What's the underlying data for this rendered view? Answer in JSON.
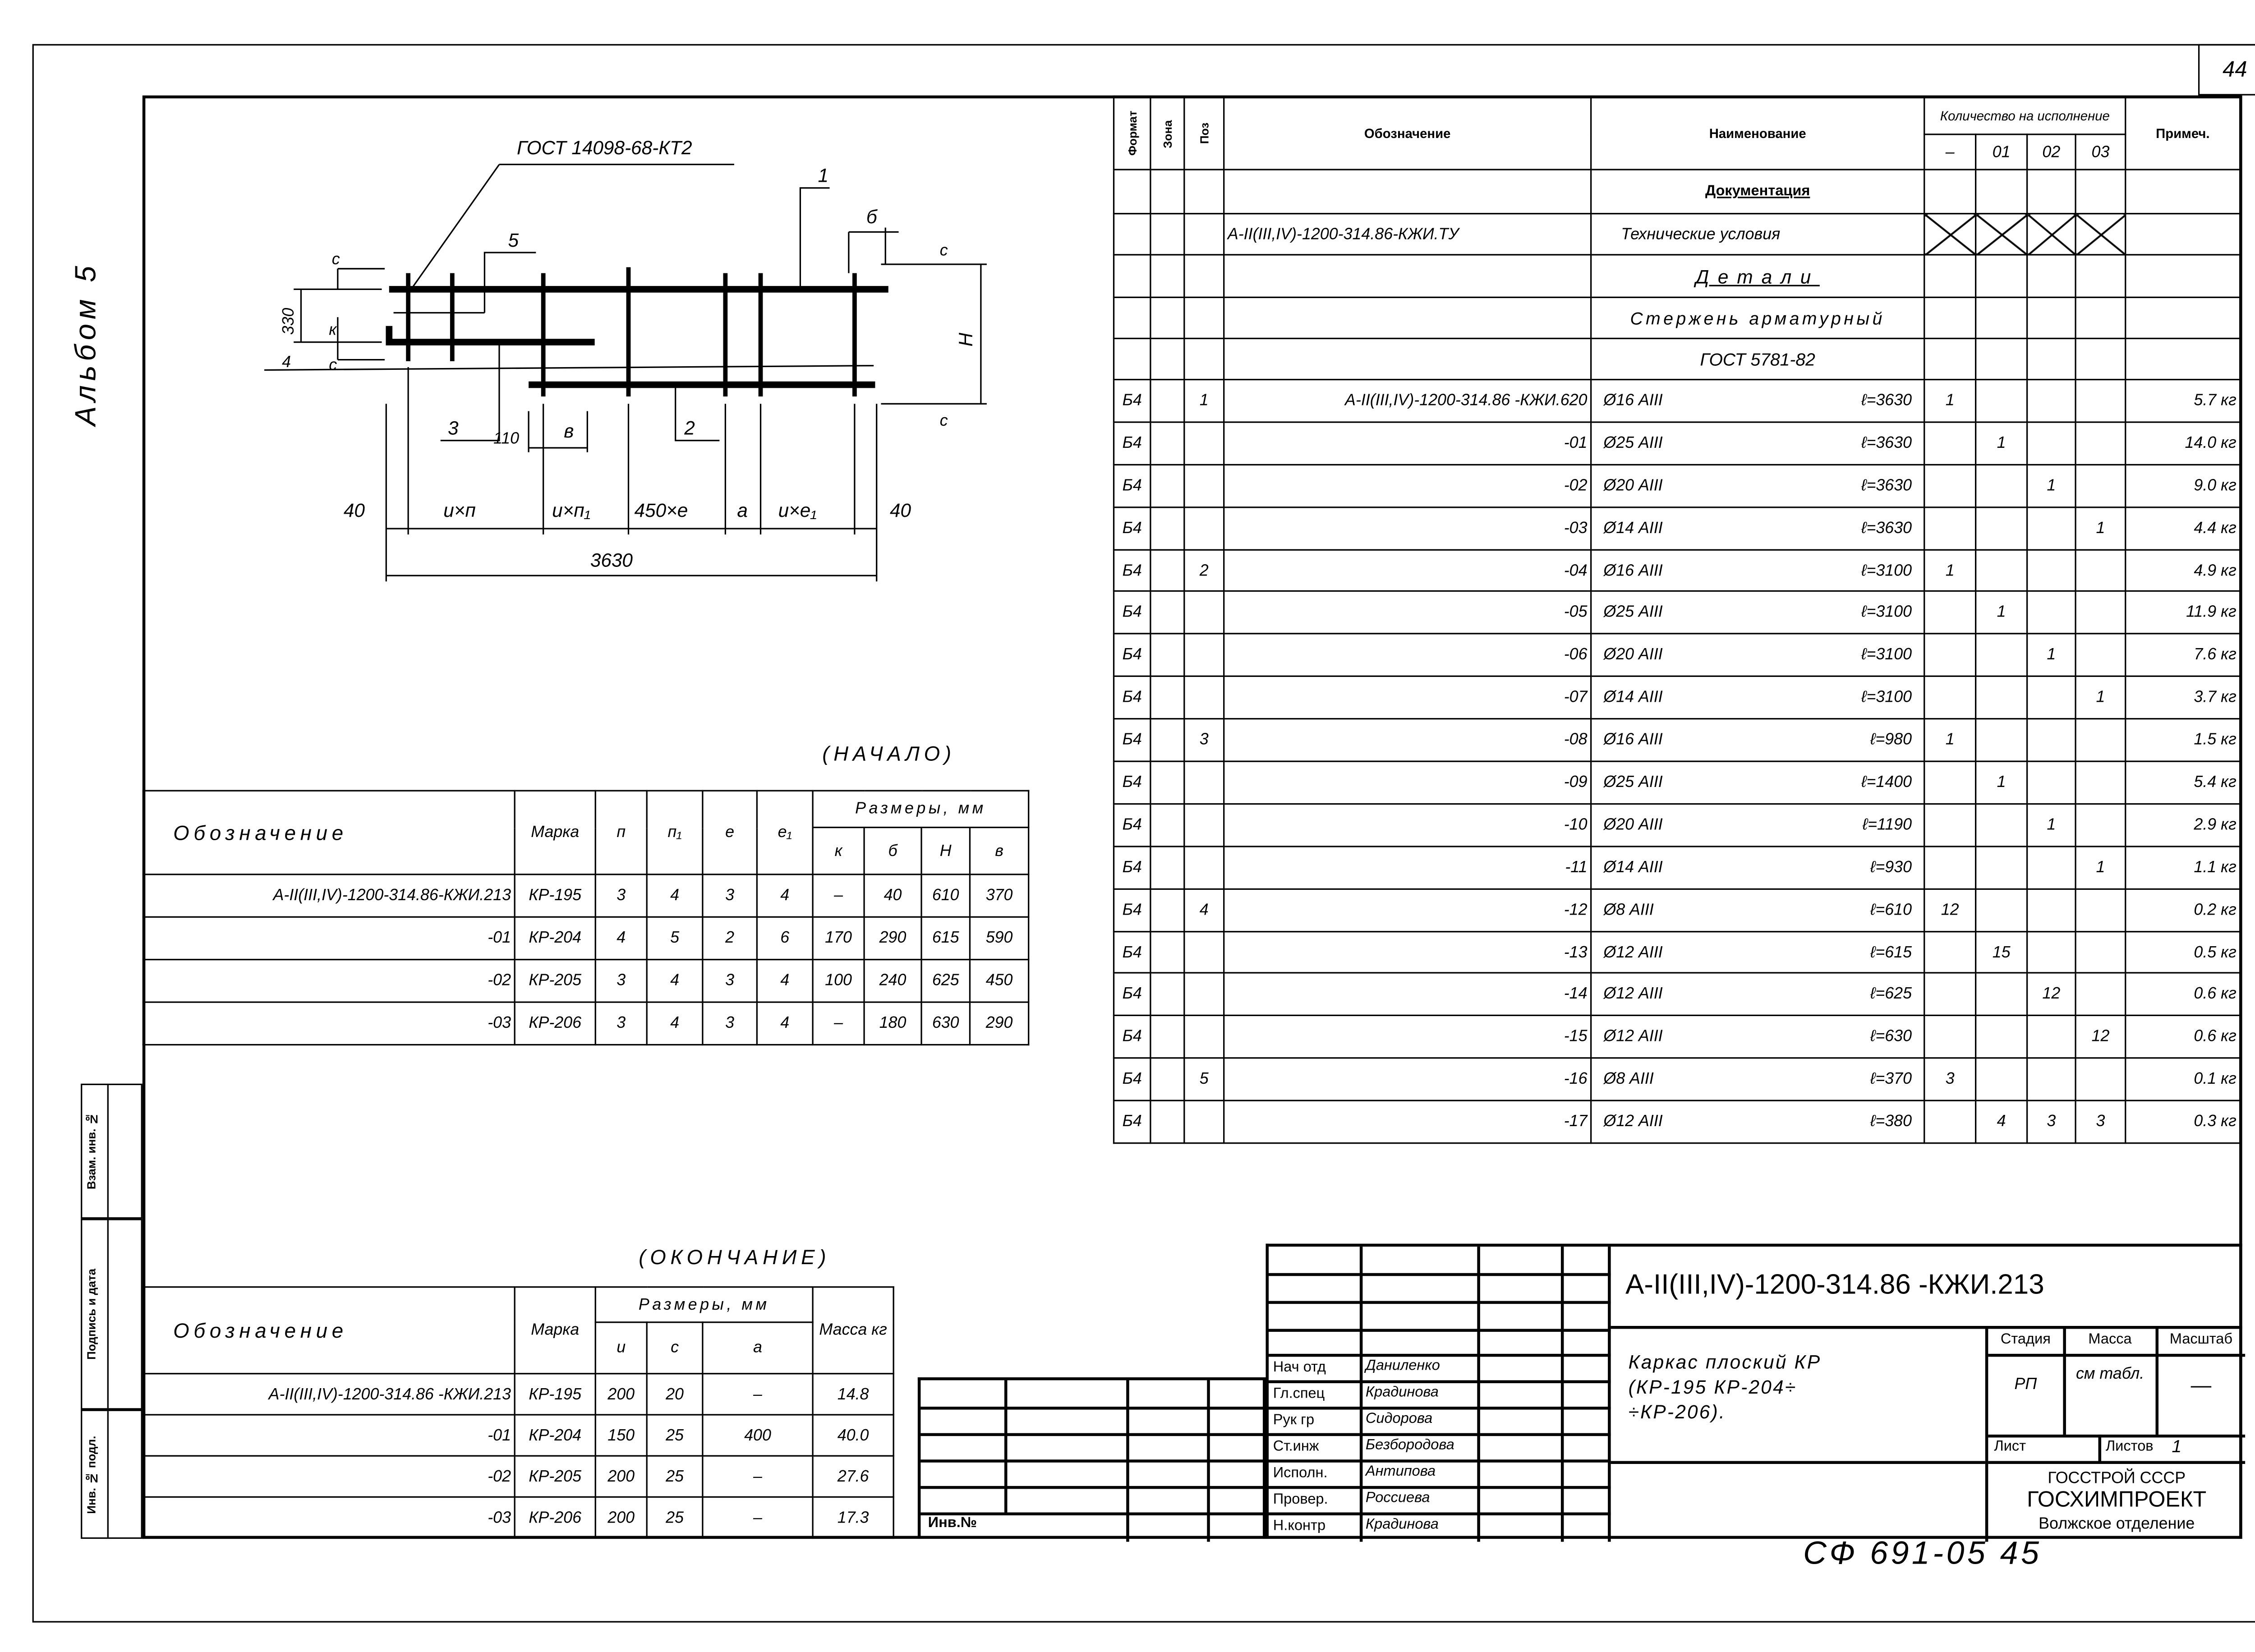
{
  "page_number": "44",
  "album_label": "Альбом 5",
  "side_stamps": [
    "Взам. инв. №",
    "Подпись и дата",
    "Инв. № подл."
  ],
  "drawing": {
    "gost_label": "ГОСТ 14098-68-КТ2",
    "positions": [
      "1",
      "2",
      "3",
      "5"
    ],
    "dims": {
      "left_40": "40",
      "u_n": "и×п",
      "u_n1": "и×п₁",
      "e450": "450×e",
      "a": "a",
      "u_e1": "и×e₁",
      "right_40": "40",
      "total": "3630",
      "d330": "330",
      "d4": "4",
      "c": "c",
      "k": "к",
      "b": "б",
      "h": "Н",
      "d110": "110",
      "v": "в"
    }
  },
  "spec": {
    "headers": {
      "format": "Формат",
      "zone": "Зона",
      "pos": "Поз",
      "designation": "Обозначение",
      "name": "Наименование",
      "qty_title": "Количество на исполнение",
      "qty_cols": [
        "–",
        "01",
        "02",
        "03"
      ],
      "note": "Примеч."
    },
    "section_docs": "Документация",
    "tu_designation": "А-II(III,IV)-1200-314.86-КЖИ.ТУ",
    "tu_name": "Технические условия",
    "section_parts": "Детали",
    "part_name": "Стержень арматурный",
    "part_gost": "ГОСТ 5781-82",
    "rows": [
      {
        "format": "Б4",
        "pos": "1",
        "designation": "А-II(III,IV)-1200-314.86 -КЖИ.620",
        "bar": "Ø16 АIII",
        "length": "ℓ=3630",
        "qty": [
          "1",
          "",
          "",
          ""
        ],
        "note": "5.7 кг"
      },
      {
        "format": "Б4",
        "pos": "",
        "designation": "-01",
        "bar": "Ø25 АIII",
        "length": "ℓ=3630",
        "qty": [
          "",
          "1",
          "",
          ""
        ],
        "note": "14.0 кг"
      },
      {
        "format": "Б4",
        "pos": "",
        "designation": "-02",
        "bar": "Ø20 АIII",
        "length": "ℓ=3630",
        "qty": [
          "",
          "",
          "1",
          ""
        ],
        "note": "9.0 кг"
      },
      {
        "format": "Б4",
        "pos": "",
        "designation": "-03",
        "bar": "Ø14 АIII",
        "length": "ℓ=3630",
        "qty": [
          "",
          "",
          "",
          "1"
        ],
        "note": "4.4 кг"
      },
      {
        "format": "Б4",
        "pos": "2",
        "designation": "-04",
        "bar": "Ø16 АIII",
        "length": "ℓ=3100",
        "qty": [
          "1",
          "",
          "",
          ""
        ],
        "note": "4.9 кг"
      },
      {
        "format": "Б4",
        "pos": "",
        "designation": "-05",
        "bar": "Ø25 АIII",
        "length": "ℓ=3100",
        "qty": [
          "",
          "1",
          "",
          ""
        ],
        "note": "11.9 кг"
      },
      {
        "format": "Б4",
        "pos": "",
        "designation": "-06",
        "bar": "Ø20 АIII",
        "length": "ℓ=3100",
        "qty": [
          "",
          "",
          "1",
          ""
        ],
        "note": "7.6 кг"
      },
      {
        "format": "Б4",
        "pos": "",
        "designation": "-07",
        "bar": "Ø14 АIII",
        "length": "ℓ=3100",
        "qty": [
          "",
          "",
          "",
          "1"
        ],
        "note": "3.7 кг"
      },
      {
        "format": "Б4",
        "pos": "3",
        "designation": "-08",
        "bar": "Ø16 АIII",
        "length": "ℓ=980",
        "qty": [
          "1",
          "",
          "",
          ""
        ],
        "note": "1.5 кг"
      },
      {
        "format": "Б4",
        "pos": "",
        "designation": "-09",
        "bar": "Ø25 АIII",
        "length": "ℓ=1400",
        "qty": [
          "",
          "1",
          "",
          ""
        ],
        "note": "5.4 кг"
      },
      {
        "format": "Б4",
        "pos": "",
        "designation": "-10",
        "bar": "Ø20 АIII",
        "length": "ℓ=1190",
        "qty": [
          "",
          "",
          "1",
          ""
        ],
        "note": "2.9 кг"
      },
      {
        "format": "Б4",
        "pos": "",
        "designation": "-11",
        "bar": "Ø14 АIII",
        "length": "ℓ=930",
        "qty": [
          "",
          "",
          "",
          "1"
        ],
        "note": "1.1 кг"
      },
      {
        "format": "Б4",
        "pos": "4",
        "designation": "-12",
        "bar": "Ø8 АIII",
        "length": "ℓ=610",
        "qty": [
          "12",
          "",
          "",
          ""
        ],
        "note": "0.2 кг"
      },
      {
        "format": "Б4",
        "pos": "",
        "designation": "-13",
        "bar": "Ø12 АIII",
        "length": "ℓ=615",
        "qty": [
          "",
          "15",
          "",
          ""
        ],
        "note": "0.5 кг"
      },
      {
        "format": "Б4",
        "pos": "",
        "designation": "-14",
        "bar": "Ø12 АIII",
        "length": "ℓ=625",
        "qty": [
          "",
          "",
          "12",
          ""
        ],
        "note": "0.6 кг"
      },
      {
        "format": "Б4",
        "pos": "",
        "designation": "-15",
        "bar": "Ø12 АIII",
        "length": "ℓ=630",
        "qty": [
          "",
          "",
          "",
          "12"
        ],
        "note": "0.6 кг"
      },
      {
        "format": "Б4",
        "pos": "5",
        "designation": "-16",
        "bar": "Ø8 АIII",
        "length": "ℓ=370",
        "qty": [
          "3",
          "",
          "",
          ""
        ],
        "note": "0.1 кг"
      },
      {
        "format": "Б4",
        "pos": "",
        "designation": "-17",
        "bar": "Ø12 АIII",
        "length": "ℓ=380",
        "qty": [
          "",
          "4",
          "3",
          "3"
        ],
        "note": "0.3 кг"
      }
    ]
  },
  "start_table": {
    "title": "(НАЧАЛО)",
    "headers": {
      "designation": "Обозначение",
      "mark": "Марка",
      "n": "п",
      "n1": "п₁",
      "e": "e",
      "e1": "e₁",
      "sizes": "Размеры, мм",
      "k": "к",
      "b": "б",
      "h": "Н",
      "v": "в"
    },
    "rows": [
      [
        "А-II(III,IV)-1200-314.86-КЖИ.213",
        "КР-195",
        "3",
        "4",
        "3",
        "4",
        "–",
        "40",
        "610",
        "370"
      ],
      [
        "-01",
        "КР-204",
        "4",
        "5",
        "2",
        "6",
        "170",
        "290",
        "615",
        "590"
      ],
      [
        "-02",
        "КР-205",
        "3",
        "4",
        "3",
        "4",
        "100",
        "240",
        "625",
        "450"
      ],
      [
        "-03",
        "КР-206",
        "3",
        "4",
        "3",
        "4",
        "–",
        "180",
        "630",
        "290"
      ]
    ]
  },
  "end_table": {
    "title": "(ОКОНЧАНИЕ)",
    "headers": {
      "designation": "Обозначение",
      "mark": "Марка",
      "sizes": "Размеры, мм",
      "u": "и",
      "c": "с",
      "a": "а",
      "mass": "Масса кг"
    },
    "rows": [
      [
        "А-II(III,IV)-1200-314.86 -КЖИ.213",
        "КР-195",
        "200",
        "20",
        "–",
        "14.8"
      ],
      [
        "-01",
        "КР-204",
        "150",
        "25",
        "400",
        "40.0"
      ],
      [
        "-02",
        "КР-205",
        "200",
        "25",
        "–",
        "27.6"
      ],
      [
        "-03",
        "КР-206",
        "200",
        "25",
        "–",
        "17.3"
      ]
    ]
  },
  "inv_label": "Инв.№",
  "title_block": {
    "code": "А-II(III,IV)-1200-314.86 -КЖИ.213",
    "title_lines": [
      "Каркас плоский КР",
      "(КР-195 КР-204÷",
      "÷КР-206)."
    ],
    "signatures": [
      {
        "role": "Нач отд",
        "name": "Даниленко"
      },
      {
        "role": "Гл.спец",
        "name": "Крадинова"
      },
      {
        "role": "Рук гр",
        "name": "Сидорова"
      },
      {
        "role": "Ст.инж",
        "name": "Безбородова"
      },
      {
        "role": "Исполн.",
        "name": "Антипова"
      },
      {
        "role": "Провер.",
        "name": "Россиева"
      },
      {
        "role": "Н.контр",
        "name": "Крадинова"
      }
    ],
    "stage_label": "Стадия",
    "mass_label": "Масса",
    "scale_label": "Масштаб",
    "stage": "РП",
    "mass": "см табл.",
    "scale": "—",
    "sheet_label": "Лист",
    "sheets_label": "Листов",
    "sheets": "1",
    "org1": "ГОССТРОЙ СССР",
    "org2": "ГОСХИМПРОЕКТ",
    "org3": "Волжское отделение"
  },
  "footer_code": "СФ 691-05 45"
}
